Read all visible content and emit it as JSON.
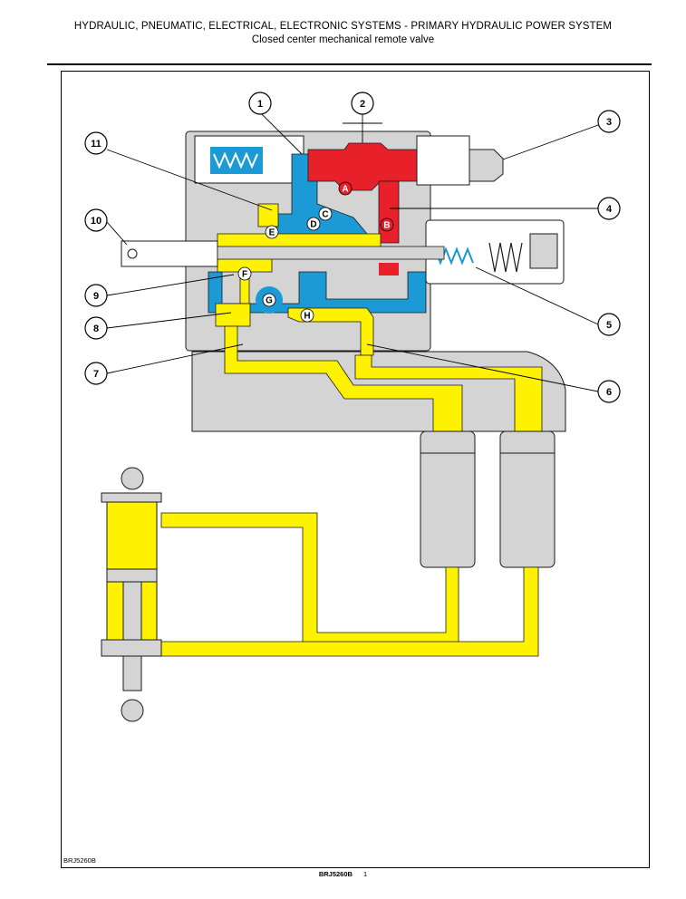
{
  "header": {
    "section": "HYDRAULIC, PNEUMATIC, ELECTRICAL, ELECTRONIC SYSTEMS - PRIMARY HYDRAULIC POWER SYSTEM",
    "subtitle": "Closed center mechanical remote valve"
  },
  "figure": {
    "ref_code": "BRJ5260B",
    "footer_code": "BRJ5260B",
    "page_number": "1"
  },
  "callouts": [
    {
      "id": "c1",
      "label": "1"
    },
    {
      "id": "c2",
      "label": "2"
    },
    {
      "id": "c3",
      "label": "3"
    },
    {
      "id": "c4",
      "label": "4"
    },
    {
      "id": "c5",
      "label": "5"
    },
    {
      "id": "c6",
      "label": "6"
    },
    {
      "id": "c7",
      "label": "7"
    },
    {
      "id": "c8",
      "label": "8"
    },
    {
      "id": "c9",
      "label": "9"
    },
    {
      "id": "c10",
      "label": "10"
    },
    {
      "id": "c11",
      "label": "11"
    }
  ],
  "letters": [
    {
      "id": "A",
      "label": "A"
    },
    {
      "id": "B",
      "label": "B"
    },
    {
      "id": "C",
      "label": "C"
    },
    {
      "id": "D",
      "label": "D"
    },
    {
      "id": "E",
      "label": "E"
    },
    {
      "id": "F",
      "label": "F"
    },
    {
      "id": "G",
      "label": "G"
    },
    {
      "id": "H",
      "label": "H"
    }
  ],
  "colors": {
    "pressure": "#e8202a",
    "return": "#1b9ad6",
    "trapped": "#fff200",
    "housing": "#d4d4d4",
    "outline": "#1a1a1a"
  }
}
